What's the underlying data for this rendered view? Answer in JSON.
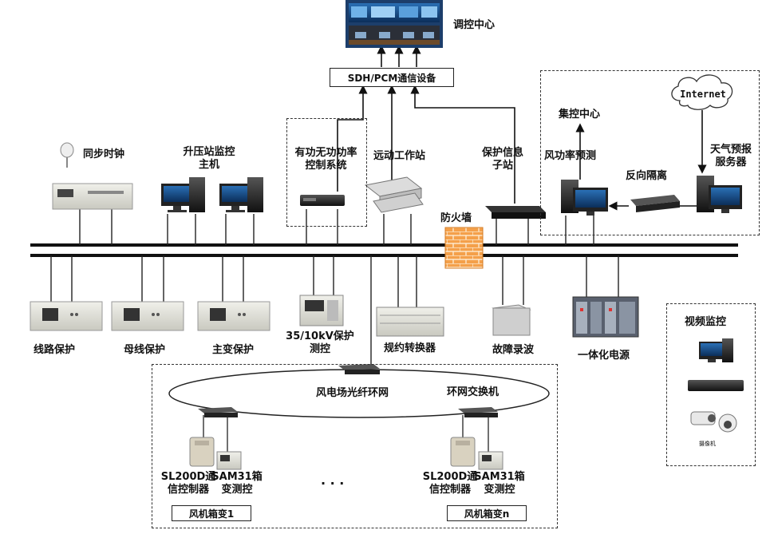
{
  "nodes": {
    "dispatch_center": "调控中心",
    "sdh_pcm": "SDH/PCM通信设备",
    "sync_clock": "同步时钟",
    "substation_monitor_host_line1": "升压站监控",
    "substation_monitor_host_line2": "主机",
    "avr_control_line1": "有功无功功率",
    "avr_control_line2": "控制系统",
    "telecontrol_station": "远动工作站",
    "protection_substation_line1": "保护信息",
    "protection_substation_line2": "子站",
    "firewall": "防火墙",
    "central_control": "集控中心",
    "internet": "Internet",
    "weather_server_line1": "天气预报",
    "weather_server_line2": "服务器",
    "wind_power_forecast": "风功率预测",
    "reverse_isolation": "反向隔离",
    "line_protection": "线路保护",
    "busbar_protection": "母线保护",
    "main_transformer_protection": "主变保护",
    "kv_protection_line1": "35/10kV保护",
    "kv_protection_line2": "测控",
    "protocol_converter": "规约转换器",
    "fault_recorder": "故障录波",
    "integrated_power": "一体化电源",
    "video_monitoring": "视频监控",
    "camera": "摄像机",
    "fiber_ring": "风电场光纤环网",
    "ring_switch": "环网交换机",
    "sl200d_line1": "SL200D通",
    "sl200d_line2": "信控制器",
    "sam31_line1": "SAM31箱",
    "sam31_line2": "变测控",
    "ellipsis": "·   ·   ·",
    "turbine_box_1": "风机箱变1",
    "turbine_box_n": "风机箱变n"
  }
}
